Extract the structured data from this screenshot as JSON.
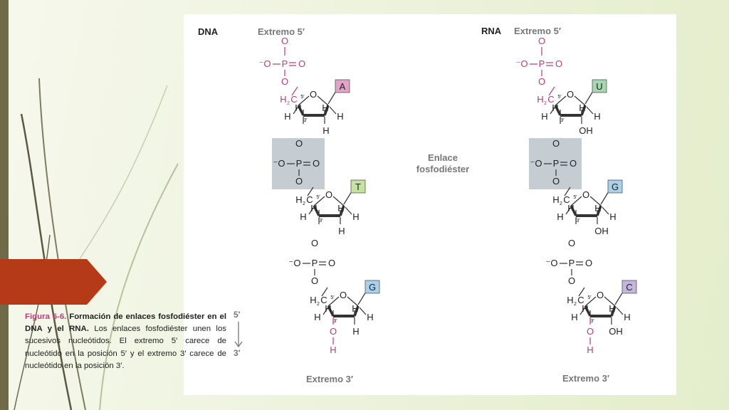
{
  "dna": {
    "header": "DNA",
    "end5": "Extremo 5′",
    "end3": "Extremo 3′",
    "bases": [
      "A",
      "T",
      "G"
    ],
    "base_colors": [
      "#e2a3c6",
      "#c6e2a0",
      "#a8d2ec"
    ]
  },
  "rna": {
    "header": "RNA",
    "end5": "Extremo 5′",
    "end3": "Extremo 3′",
    "bases": [
      "U",
      "G",
      "C"
    ],
    "base_colors": [
      "#a7d7b0",
      "#a8d2ec",
      "#c3b5dd"
    ]
  },
  "bond_label": [
    "Enlace",
    "fosfodiéster"
  ],
  "direction": {
    "top": "5′",
    "bottom": "3′"
  },
  "caption": {
    "figure": "Figura 6-6.",
    "title": "Formación de enlaces fosfodiéster en el DNA y el RNA.",
    "body": "Los enlaces fosfodiéster unen los sucesivos nucleótidos. El extremo 5′ carece de nucleótido en la posición 5′ y el extremo 3′ carece de nucleótido en la posición 3′."
  }
}
